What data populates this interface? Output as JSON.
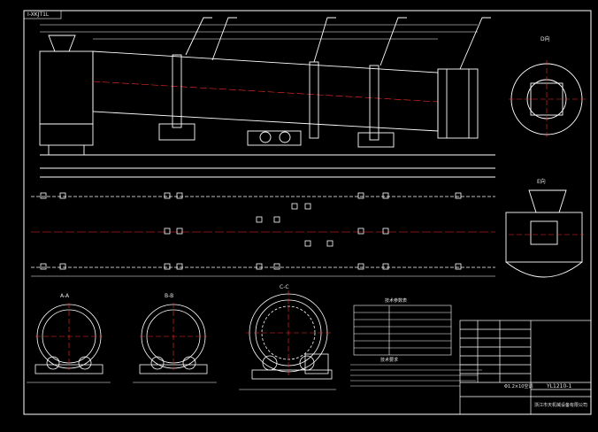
{
  "drawing": {
    "top_left_tag": "I-XKJT1L",
    "title_block": {
      "drawing_no": "YL1210-1",
      "name": "Φ1.2×10空调",
      "company": "浙江市天机械设备有限公司"
    },
    "section_labels": [
      "A-A",
      "B-B",
      "C-C",
      "D向",
      "E向"
    ],
    "table_heading": "技术参数表",
    "notes_heading": "技术要求"
  },
  "colors": {
    "background": "#000000",
    "outline": "#ffffff",
    "centerline": "#ff2a2a",
    "dimension": "#e6e6e6"
  }
}
